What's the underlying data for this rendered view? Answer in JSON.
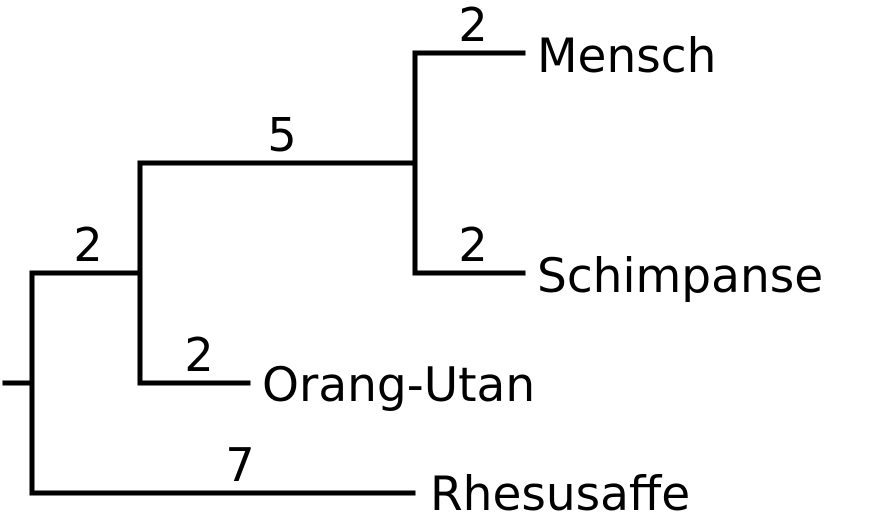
{
  "tree": {
    "taxa": {
      "mensch": "Mensch",
      "schimpanse": "Schimpanse",
      "orang_utan": "Orang-Utan",
      "rhesusaffe": "Rhesusaffe"
    },
    "branch_lengths": {
      "mensch": "2",
      "schimpanse": "2",
      "human_chimp_ancestor": "5",
      "great_ape_ancestor": "2",
      "orang_utan": "2",
      "rhesusaffe": "7"
    }
  }
}
